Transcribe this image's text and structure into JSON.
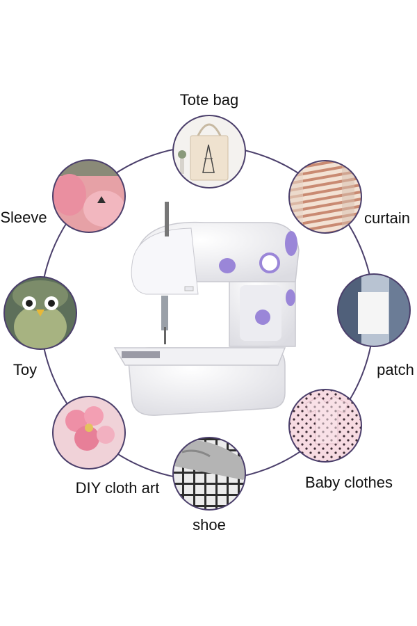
{
  "usages": [
    {
      "label": "Tote bag",
      "icon": "tote-bag-thumbnail"
    },
    {
      "label": "curtain",
      "icon": "curtain-thumbnail"
    },
    {
      "label": "patch",
      "icon": "patch-thumbnail"
    },
    {
      "label": "Baby clothes",
      "icon": "baby-clothes-thumbnail"
    },
    {
      "label": "shoe",
      "icon": "shoe-thumbnail"
    },
    {
      "label": "DIY cloth art",
      "icon": "diy-cloth-art-thumbnail"
    },
    {
      "label": "Toy",
      "icon": "toy-thumbnail"
    },
    {
      "label": "Sleeve",
      "icon": "sleeve-thumbnail"
    }
  ],
  "colors": {
    "ring": "#4b3f6b",
    "accent": "#9a86d8",
    "machine": "#f6f6f8"
  }
}
